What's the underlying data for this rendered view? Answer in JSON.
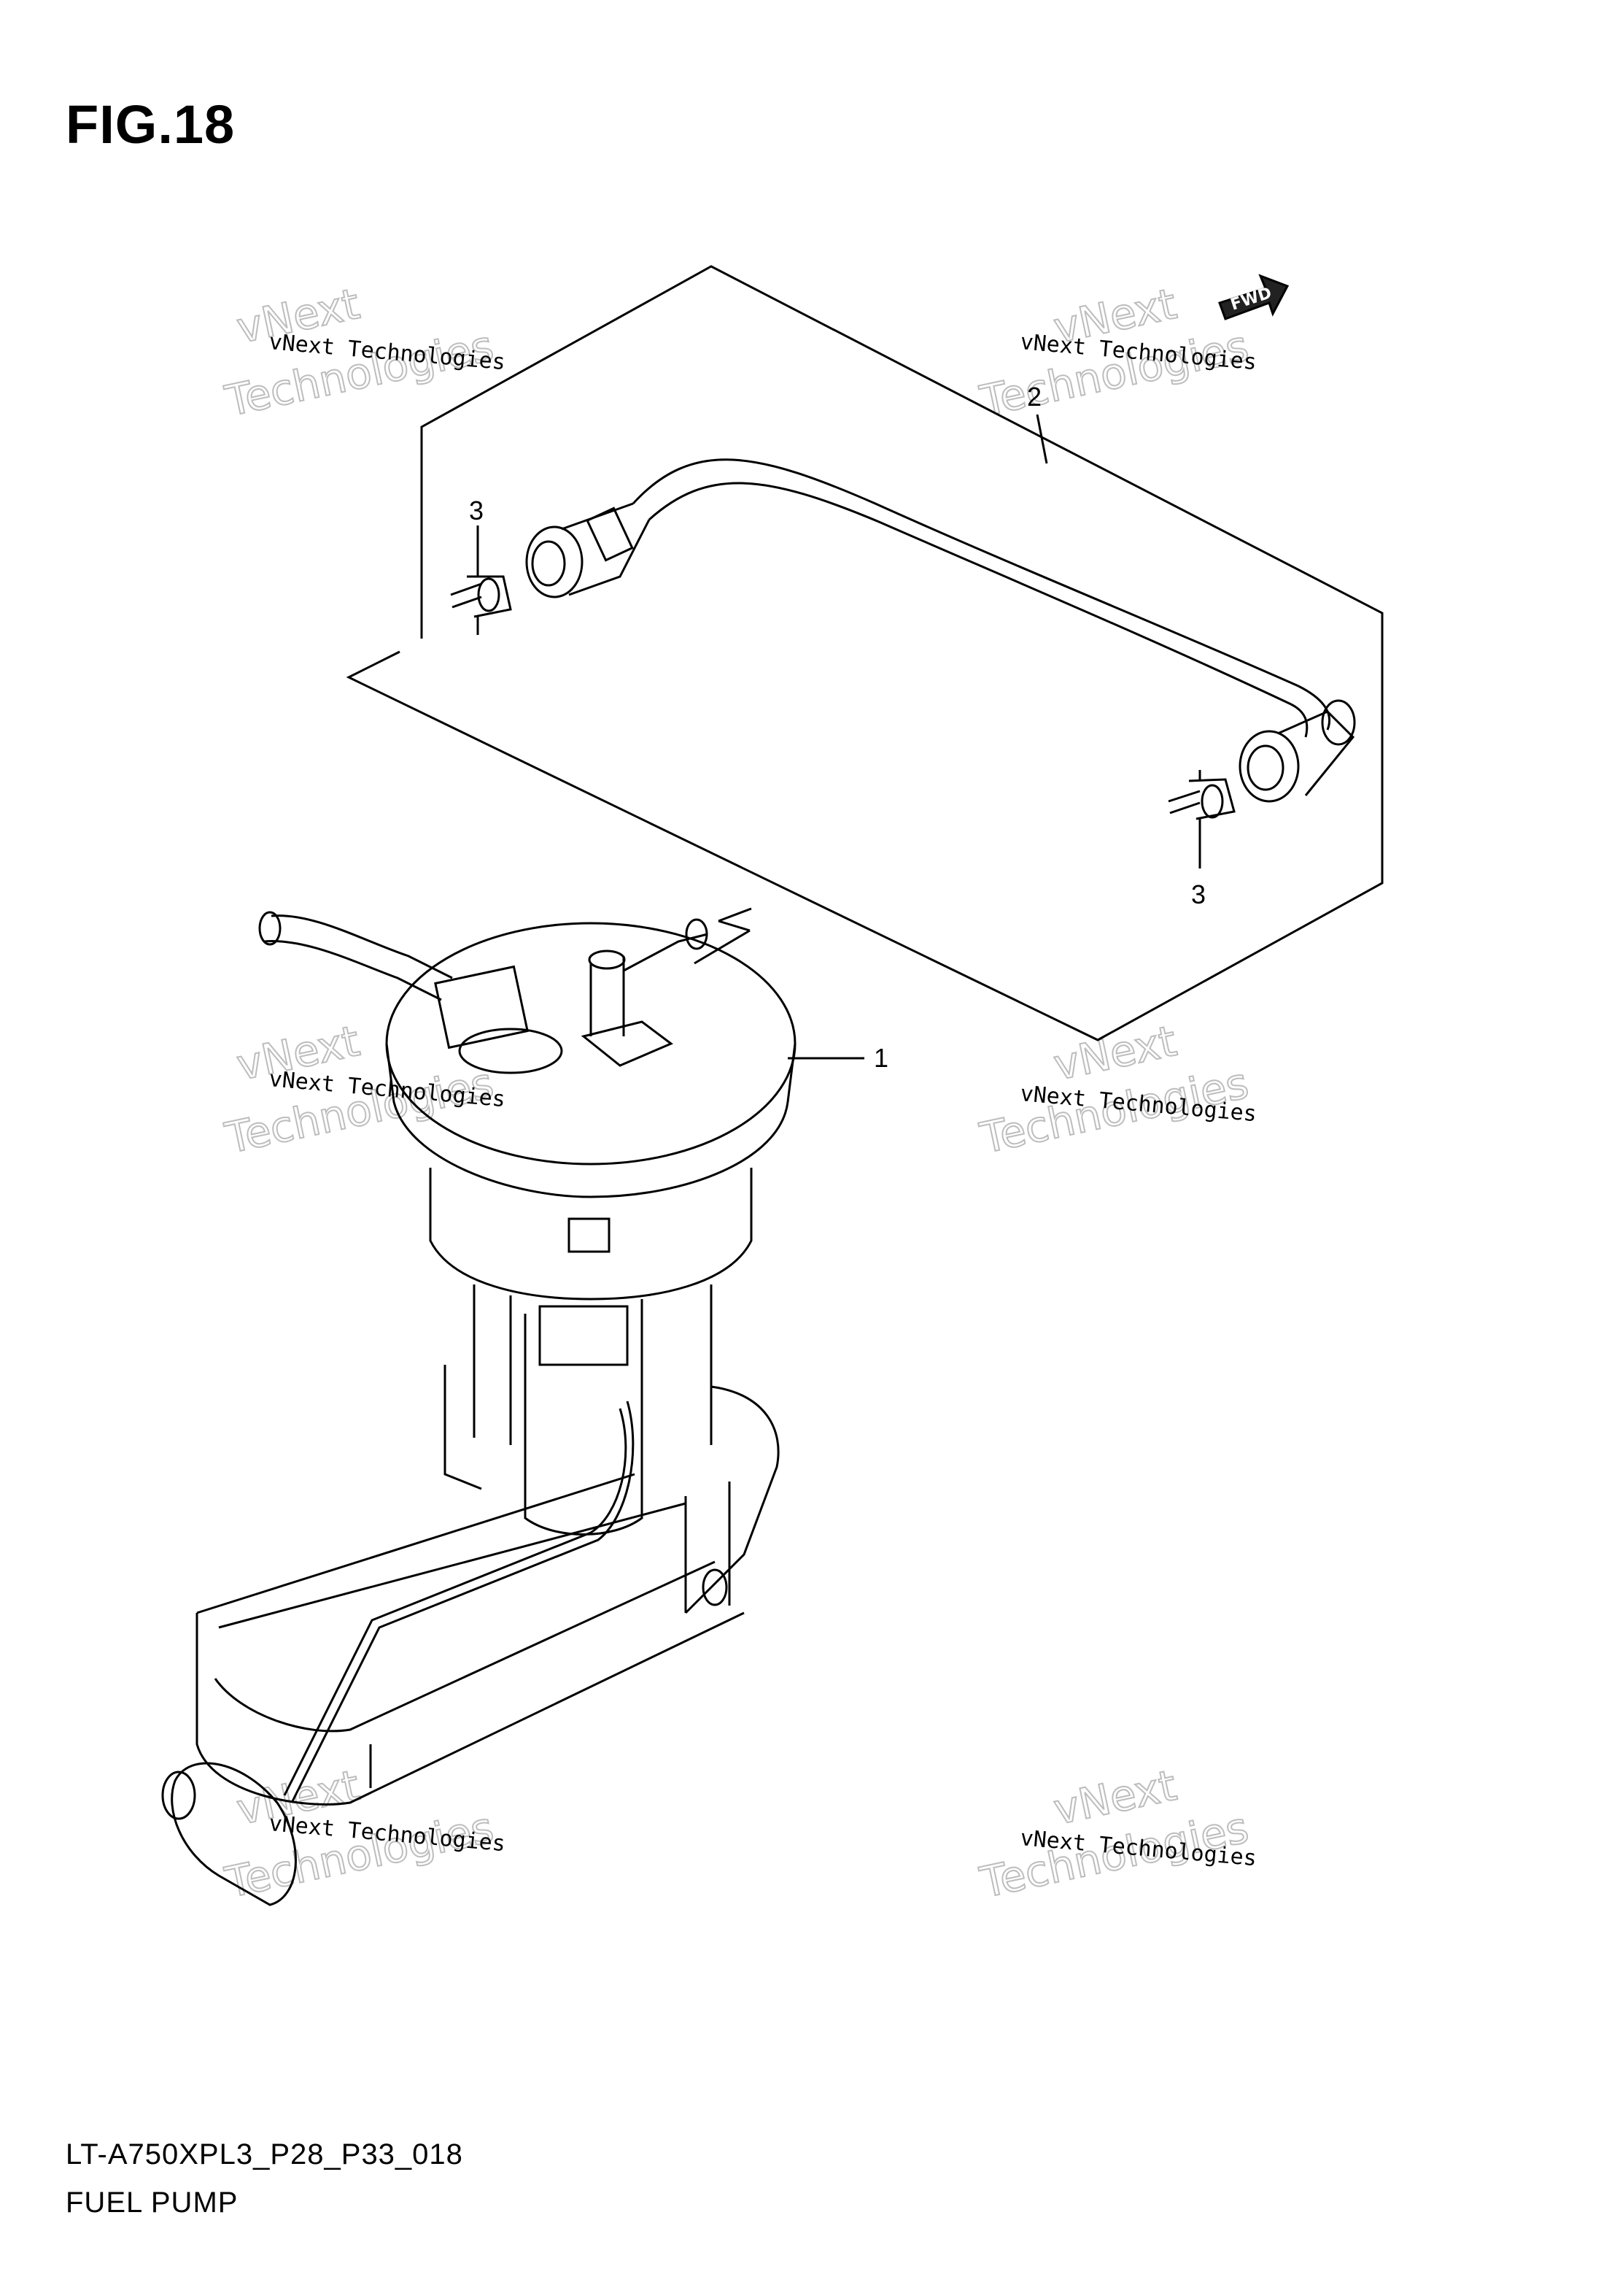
{
  "figure": {
    "title": "FIG.18",
    "model_code": "LT-A750XPL3_P28_P33_018",
    "part_name": "FUEL PUMP"
  },
  "callouts": {
    "fuel_pump": "1",
    "fuel_hose": "2",
    "clamp_top": "3",
    "clamp_bottom": "3"
  },
  "direction_badge": "FWD",
  "watermark": {
    "small_text": "vNext Technologies",
    "large_top": "vNext",
    "large_bottom": "Technologies"
  }
}
